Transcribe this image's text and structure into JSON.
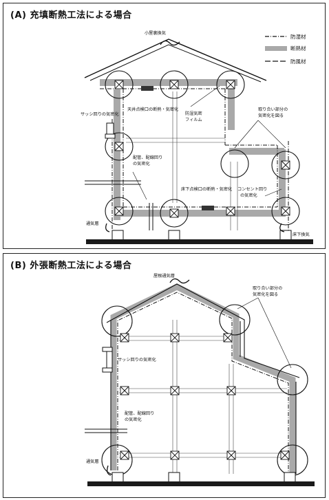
{
  "panel_a": {
    "title": "(A) 充填断熱工法による場合",
    "legend": [
      {
        "label": "防湿材"
      },
      {
        "label": "断熱材"
      },
      {
        "label": "防風材"
      }
    ],
    "annotations": {
      "roof_vent": "小屋裏換気",
      "ceiling_junction": "天井点検口の断熱・気密化",
      "vapor_film_1": "防湿気密",
      "vapor_film_2": "フィルム",
      "sash": "サッシ回りの気密化",
      "junction_1": "取り合い部分の",
      "junction_2": "気密化を図る",
      "piping_1": "配管、配線回り",
      "piping_2": "の気密化",
      "floor_hatch": "床下点検口の断熱・気密化",
      "outlet_1": "コンセント回り",
      "outlet_2": "の気密化",
      "vent_layer": "通気層",
      "underfloor_vent": "床下換気"
    }
  },
  "panel_b": {
    "title": "(B) 外張断熱工法による場合",
    "annotations": {
      "roof_vent": "屋根通気層",
      "junction_1": "取り合い部分の",
      "junction_2": "気密化を図る",
      "sash": "サッシ回りの気密化",
      "piping_1": "配管、配線回り",
      "piping_2": "の気密化",
      "vent_layer": "通気層"
    }
  },
  "colors": {
    "insulation": "#a9a9a9",
    "line": "#111111",
    "ground": "#1a1a1a"
  }
}
